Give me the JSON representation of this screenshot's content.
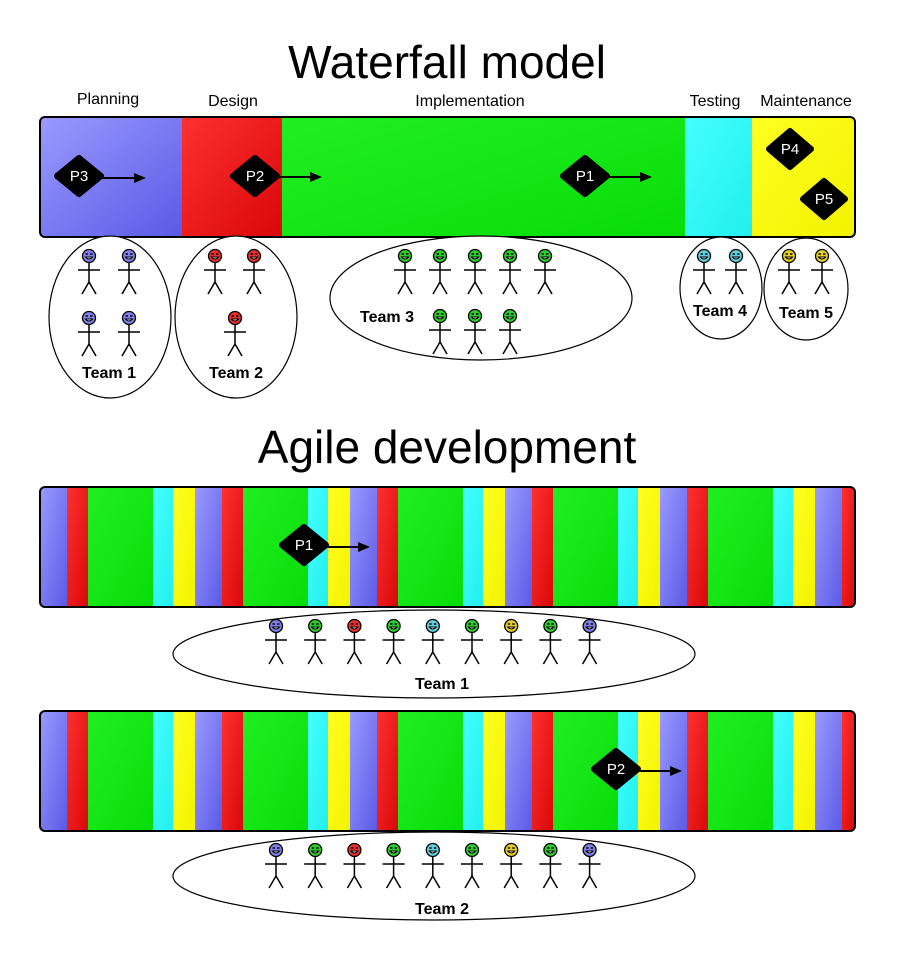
{
  "waterfall": {
    "title": "Waterfall model",
    "phases": [
      {
        "label": "Planning",
        "color": "#7878f5"
      },
      {
        "label": "Design",
        "color": "#f01515"
      },
      {
        "label": "Implementation",
        "color": "#0ee80e"
      },
      {
        "label": "Testing",
        "color": "#2ef5f5"
      },
      {
        "label": "Maintenance",
        "color": "#ffff00"
      }
    ],
    "projects": [
      "P3",
      "P2",
      "P1",
      "P4",
      "P5"
    ],
    "teams": [
      {
        "label": "Team 1",
        "members": 4,
        "color": "#8080e8"
      },
      {
        "label": "Team 2",
        "members": 3,
        "color": "#e63030"
      },
      {
        "label": "Team 3",
        "members": 8,
        "color": "#2ecc2e"
      },
      {
        "label": "Team 4",
        "members": 2,
        "color": "#5fd0e0"
      },
      {
        "label": "Team 5",
        "members": 2,
        "color": "#e8d020"
      }
    ]
  },
  "agile": {
    "title": "Agile development",
    "tracks": [
      {
        "project": "P1",
        "team": "Team 1",
        "member_colors": [
          "#8080e8",
          "#2ecc2e",
          "#e63030",
          "#2ecc2e",
          "#5fd0e0",
          "#2ecc2e",
          "#e8d020",
          "#2ecc2e",
          "#8080e8"
        ]
      },
      {
        "project": "P2",
        "team": "Team 2",
        "member_colors": [
          "#8080e8",
          "#2ecc2e",
          "#e63030",
          "#2ecc2e",
          "#5fd0e0",
          "#2ecc2e",
          "#e8d020",
          "#2ecc2e",
          "#8080e8"
        ]
      }
    ]
  }
}
